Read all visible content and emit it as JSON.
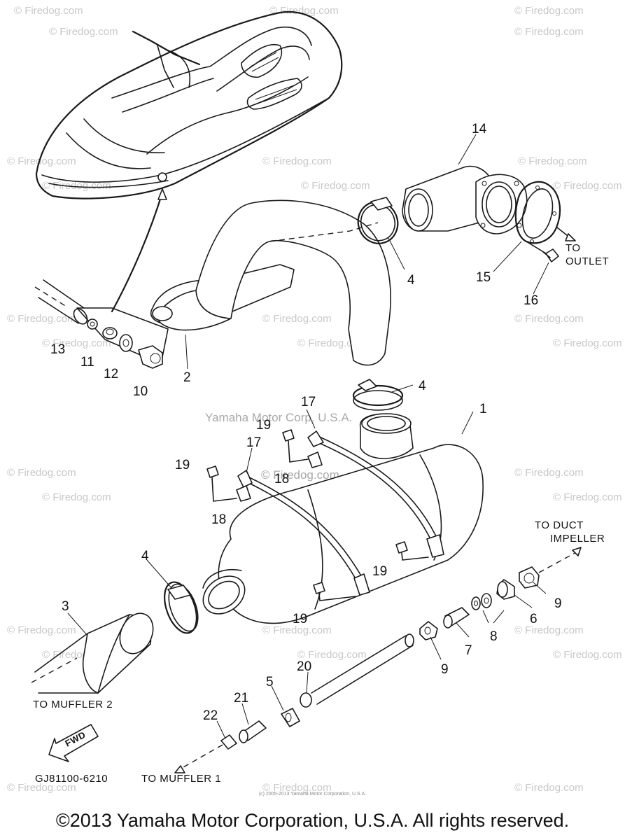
{
  "watermarks": {
    "firedog": "© Firedog.com",
    "yamaha": "Yamaha Motor Corp. U.S.A.",
    "center": "© Firedog.com"
  },
  "callouts": {
    "p1": "1",
    "p2": "2",
    "p3": "3",
    "p4a": "4",
    "p4b": "4",
    "p4c": "4",
    "p5": "5",
    "p6": "6",
    "p7": "7",
    "p8": "8",
    "p9a": "9",
    "p9b": "9",
    "p10": "10",
    "p11": "11",
    "p12": "12",
    "p13": "13",
    "p14": "14",
    "p15": "15",
    "p16": "16",
    "p17a": "17",
    "p17b": "17",
    "p18a": "18",
    "p18b": "18",
    "p19a": "19",
    "p19b": "19",
    "p19c": "19",
    "p19d": "19",
    "p20": "20",
    "p21": "21",
    "p22": "22"
  },
  "notes": {
    "to_outlet_1": "TO",
    "to_outlet_2": "OUTLET",
    "to_duct_1": "TO DUCT",
    "to_duct_2": "IMPELLER",
    "to_muffler2": "TO MUFFLER 2",
    "to_muffler1": "TO MUFFLER 1",
    "fwd": "FWD",
    "drawing_code": "GJ81100-6210"
  },
  "footer": {
    "small_print": "(c) 2005-2013 Yamaha Motor Corporation, U.S.A.",
    "copyright": "©2013 Yamaha Motor Corporation, U.S.A. All rights reserved."
  }
}
